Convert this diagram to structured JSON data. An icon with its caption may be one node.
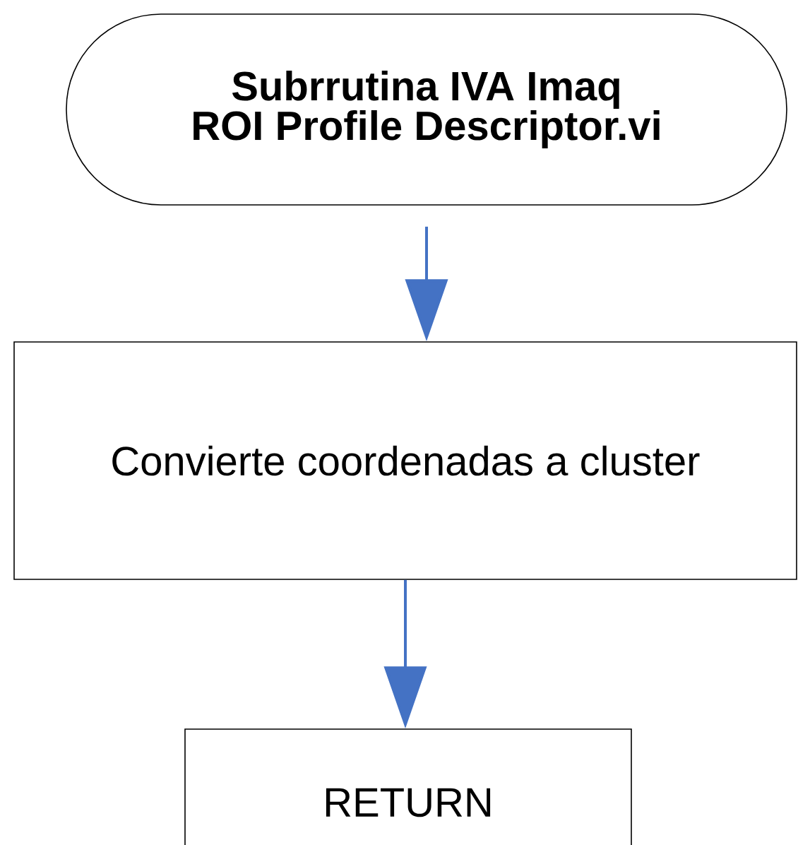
{
  "diagram": {
    "nodes": [
      {
        "text": [
          "Subrrutina IVA Imaq ROI Profile Descriptor.vi"
        ]
      },
      {
        "text": [
          "Convierte coordenadas a cluster"
        ]
      },
      {
        "text": [
          "RETURN"
        ]
      }
    ],
    "edges": [
      {
        "from": 0,
        "to": 1,
        "arrow": "to"
      },
      {
        "from": 1,
        "to": 2,
        "arrow": "to"
      }
    ]
  }
}
